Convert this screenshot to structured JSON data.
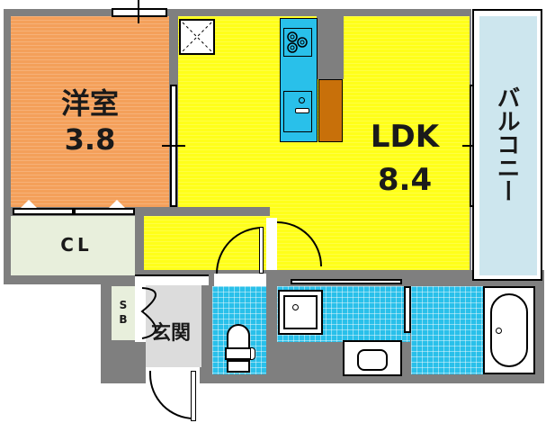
{
  "floorplan": {
    "rooms": {
      "western_room": {
        "label": "洋室",
        "size": "3.8"
      },
      "ldk": {
        "label": "LDK",
        "size": "8.4"
      },
      "balcony": {
        "label": "バルコニー"
      },
      "closet": {
        "label": "CL"
      },
      "shoe_box": {
        "label_line1": "S",
        "label_line2": "B"
      },
      "entrance": {
        "label": "玄関"
      }
    },
    "colors": {
      "wall": "#7f7f7f",
      "western_room": "#f4a05a",
      "ldk": "#ffff1a",
      "balcony": "#cde6ee",
      "closet": "#e8efdc",
      "entrance": "#dcdcdc",
      "wet_area_tile": "#29c0ea",
      "kitchen_counter": "#29c0ea",
      "kitchen_cabinet": "#c8700a"
    }
  }
}
